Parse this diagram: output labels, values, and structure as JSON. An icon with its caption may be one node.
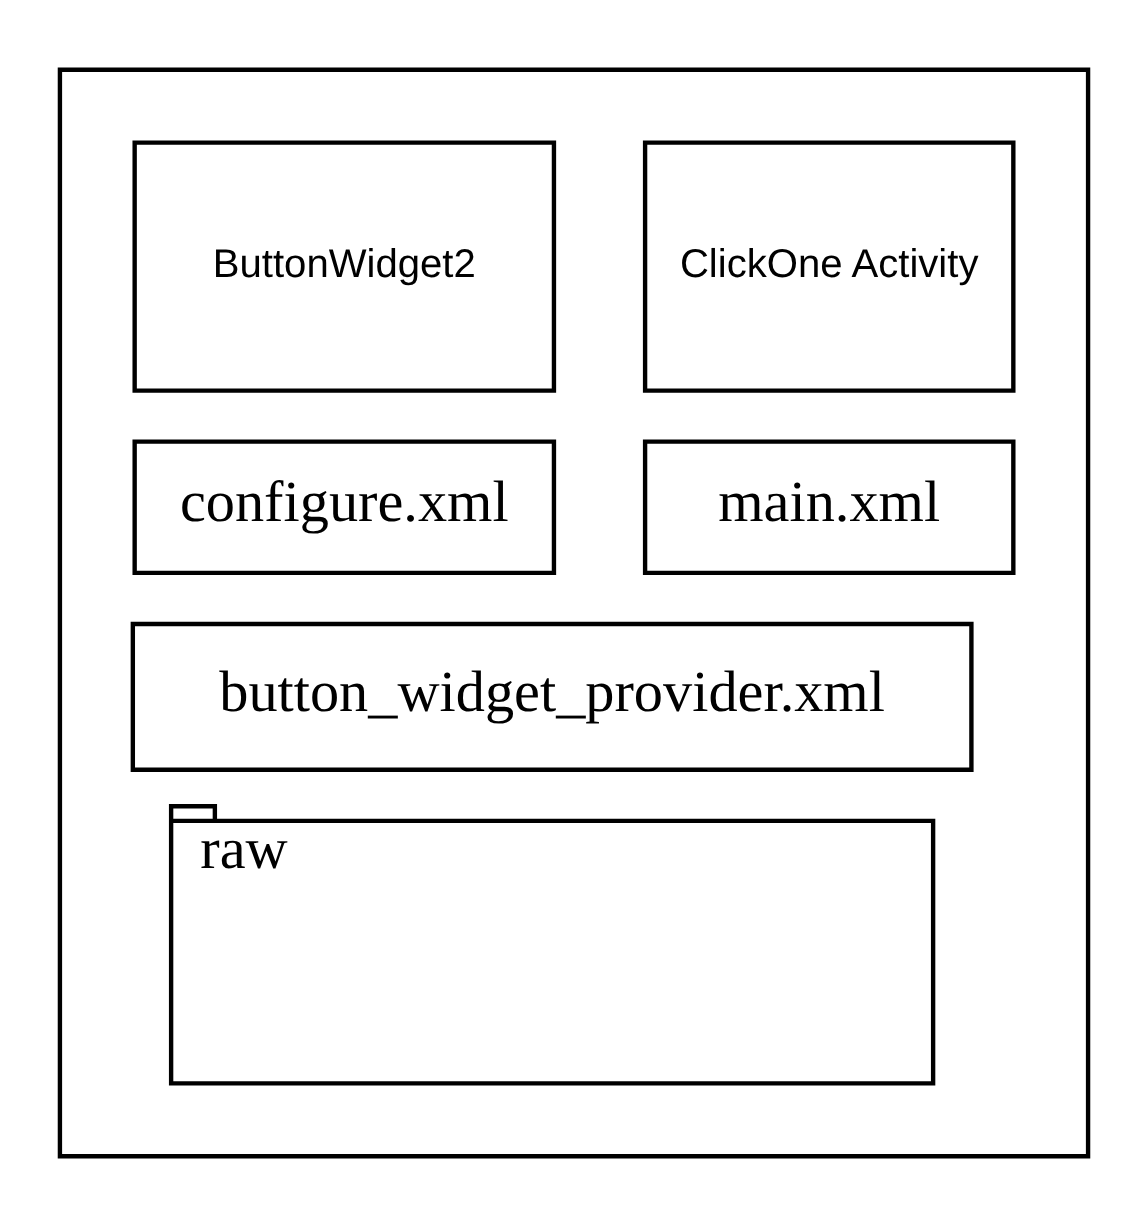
{
  "diagram": {
    "nodes": [
      {
        "text": [],
        "shape": "folder"
      },
      {
        "text": [
          "ButtonWidget2"
        ],
        "in": 0
      },
      {
        "text": [
          "ClickOne Activity"
        ],
        "in": 0
      },
      {
        "text": [
          "configure.xml"
        ],
        "in": 0
      },
      {
        "text": [
          "main.xml"
        ],
        "in": 0
      },
      {
        "text": [
          "button_widget_provider.xml"
        ],
        "in": 0
      },
      {
        "text": [
          "raw"
        ],
        "in": 0
      }
    ],
    "edges": []
  }
}
